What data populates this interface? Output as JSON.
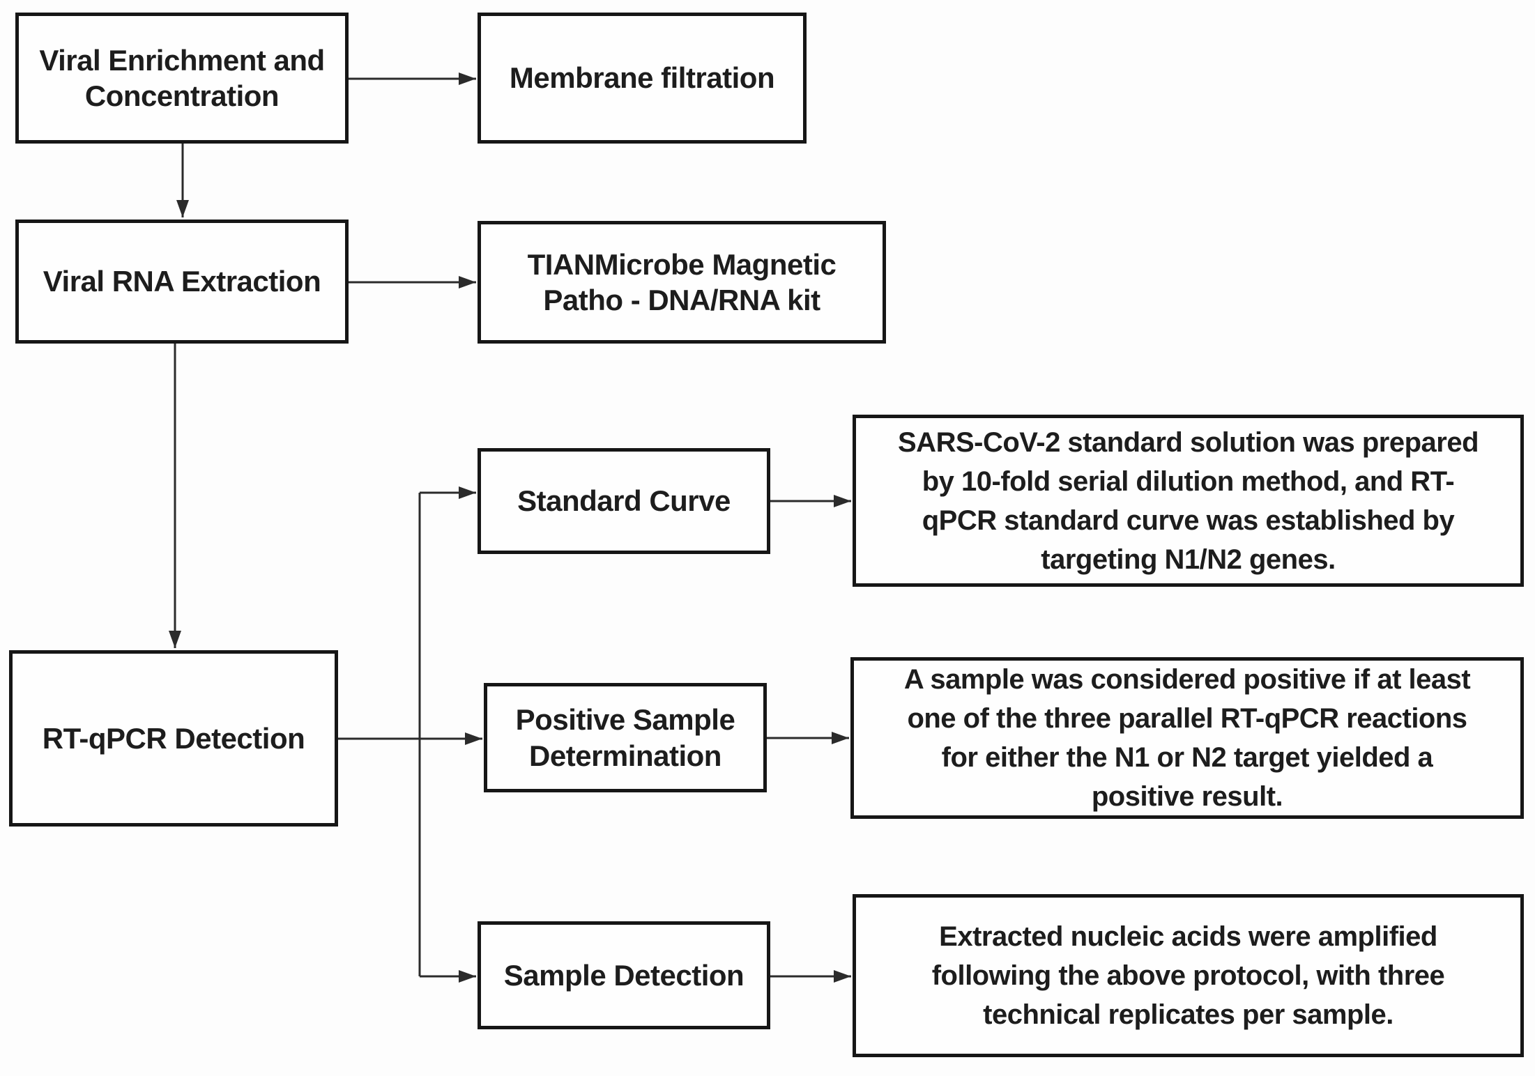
{
  "diagram": {
    "background": "#fdfdfd",
    "colors": {
      "box_border": "#161616",
      "box_fill": "#fefefe",
      "text": "#1d1d1d",
      "connector": "#2b2b2b"
    },
    "nodes": {
      "viral_enrichment": {
        "label": "Viral Enrichment and Concentration",
        "lines": [
          "Viral Enrichment and",
          "Concentration"
        ]
      },
      "membrane_filtration": {
        "label": "Membrane filtration"
      },
      "viral_rna_extraction": {
        "label": "Viral RNA Extraction"
      },
      "tianmicrobe_kit": {
        "label": "TIANMicrobe Magnetic Patho - DNA/RNA kit",
        "lines": [
          "TIANMicrobe Magnetic",
          "Patho - DNA/RNA kit"
        ]
      },
      "standard_curve": {
        "label": "Standard Curve"
      },
      "standard_curve_detail": {
        "label": "SARS-CoV-2 standard solution was prepared by 10-fold serial dilution method, and RT-qPCR standard curve was established by targeting N1/N2 genes.",
        "lines": [
          "SARS-CoV-2 standard solution was prepared",
          "by 10-fold serial dilution method, and RT-",
          "qPCR standard curve was established by",
          "targeting N1/N2 genes."
        ]
      },
      "rt_qpcr_detection": {
        "label": "RT-qPCR Detection"
      },
      "positive_sample_determination": {
        "label": "Positive Sample Determination",
        "lines": [
          "Positive Sample",
          "Determination"
        ]
      },
      "positive_sample_detail": {
        "label": "A sample was considered positive if at least one of the three parallel RT-qPCR reactions for either the N1 or N2 target yielded a positive result.",
        "lines": [
          "A sample was considered positive if at least",
          "one of the three parallel RT-qPCR reactions",
          "for either the N1 or N2 target yielded a",
          "positive result."
        ]
      },
      "sample_detection": {
        "label": "Sample Detection"
      },
      "sample_detection_detail": {
        "label": "Extracted nucleic acids were amplified following the above protocol, with three technical replicates per sample.",
        "lines": [
          "Extracted nucleic acids were amplified",
          "following the above protocol, with three",
          "technical replicates per sample."
        ]
      }
    },
    "edges": [
      {
        "from": "viral_enrichment",
        "to": "membrane_filtration"
      },
      {
        "from": "viral_enrichment",
        "to": "viral_rna_extraction"
      },
      {
        "from": "viral_rna_extraction",
        "to": "tianmicrobe_kit"
      },
      {
        "from": "viral_rna_extraction",
        "to": "rt_qpcr_detection"
      },
      {
        "from": "rt_qpcr_detection",
        "to": "standard_curve"
      },
      {
        "from": "rt_qpcr_detection",
        "to": "positive_sample_determination"
      },
      {
        "from": "rt_qpcr_detection",
        "to": "sample_detection"
      },
      {
        "from": "standard_curve",
        "to": "standard_curve_detail"
      },
      {
        "from": "positive_sample_determination",
        "to": "positive_sample_detail"
      },
      {
        "from": "sample_detection",
        "to": "sample_detection_detail"
      }
    ]
  }
}
